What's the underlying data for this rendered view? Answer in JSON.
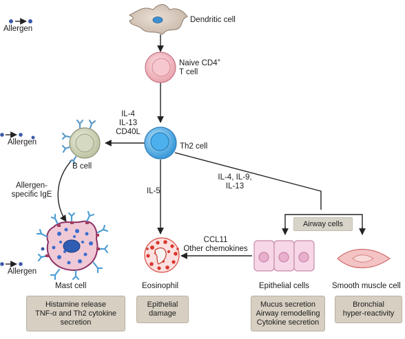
{
  "cells": {
    "dendritic": "Dendritic cell",
    "naive_line1": "Naive CD4",
    "naive_sup": "+",
    "naive_line2": "T cell",
    "th2": "Th2 cell",
    "bcell": "B cell",
    "mast": "Mast cell",
    "eosinophil": "Eosinophil",
    "epithelial": "Epithelial cells",
    "smooth_muscle": "Smooth muscle cell"
  },
  "allergens": [
    "Allergen",
    "Allergen",
    "Allergen"
  ],
  "signals": {
    "bcell_signals": [
      "IL-4",
      "IL-13",
      "CD40L"
    ],
    "il5": "IL-5",
    "airway_signals": [
      "IL-4, IL-9,",
      "IL-13"
    ],
    "airway_cells": "Airway cells",
    "chemokines": [
      "CCL11",
      "Other chemokines"
    ],
    "ige": [
      "Allergen-",
      "specific IgE"
    ]
  },
  "outcomes": {
    "mast": [
      "Histamine release",
      "TNF-α and Th2 cytokine",
      "secretion"
    ],
    "eosinophil": [
      "Epithelial",
      "damage"
    ],
    "epithelial": [
      "Mucus secretion",
      "Airway remodelling",
      "Cytokine secretion"
    ],
    "smooth_muscle": [
      "Bronchial",
      "hyper-reactivity"
    ]
  }
}
